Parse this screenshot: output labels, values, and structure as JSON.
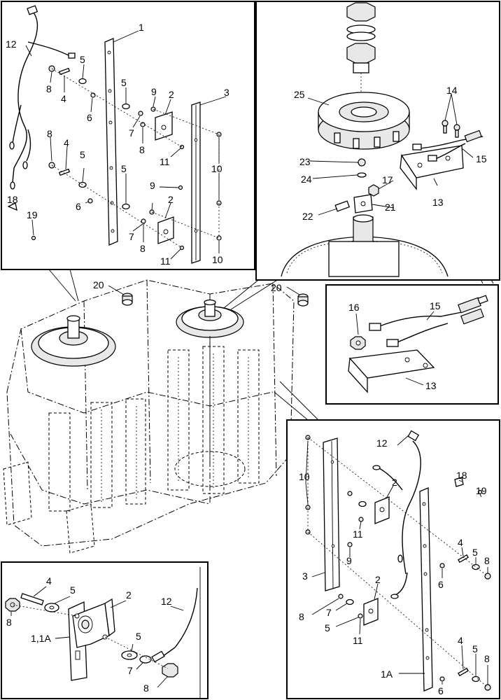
{
  "diagram": {
    "type": "exploded parts diagram",
    "panels": [
      {
        "name": "top-left detail",
        "callouts": [
          "1",
          "12",
          "5",
          "8",
          "4",
          "5",
          "9",
          "2",
          "3",
          "6",
          "7",
          "8",
          "11",
          "10",
          "8",
          "4",
          "5",
          "5",
          "9",
          "6",
          "2",
          "18",
          "19",
          "7",
          "8",
          "11",
          "10"
        ]
      },
      {
        "name": "top-right detail",
        "callouts": [
          "25",
          "14",
          "15",
          "23",
          "24",
          "17",
          "13",
          "22",
          "21"
        ]
      },
      {
        "name": "sensor inset",
        "callouts": [
          "16",
          "15",
          "13"
        ]
      },
      {
        "name": "main assembly",
        "callouts": [
          "20",
          "20"
        ]
      },
      {
        "name": "bottom-right detail",
        "callouts": [
          "10",
          "12",
          "2",
          "18",
          "19",
          "3",
          "11",
          "9",
          "4",
          "5",
          "8",
          "6",
          "2",
          "8",
          "7",
          "5",
          "11",
          "4",
          "5",
          "8",
          "1A",
          "6"
        ]
      },
      {
        "name": "bottom-left detail",
        "callouts": [
          "4",
          "5",
          "2",
          "12",
          "8",
          "5",
          "1,1A",
          "7",
          "8"
        ]
      }
    ]
  },
  "labels": {
    "c1": "1",
    "c2": "2",
    "c3": "3",
    "c4": "4",
    "c5": "5",
    "c6": "6",
    "c7": "7",
    "c8": "8",
    "c9": "9",
    "c10": "10",
    "c11": "11",
    "c12": "12",
    "c13": "13",
    "c14": "14",
    "c15": "15",
    "c16": "16",
    "c17": "17",
    "c18": "18",
    "c19": "19",
    "c20": "20",
    "c21": "21",
    "c22": "22",
    "c23": "23",
    "c24": "24",
    "c25": "25",
    "c1A": "1A",
    "c11A": "1,1A"
  }
}
